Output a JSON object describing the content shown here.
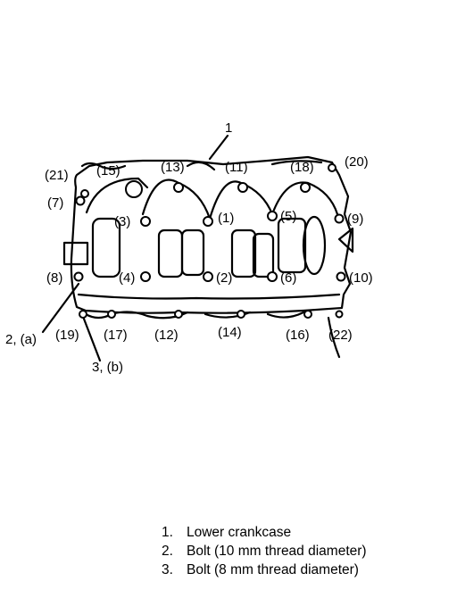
{
  "diagram": {
    "title_number": "1",
    "bolt_labels": {
      "b1": "(1)",
      "b2": "(2)",
      "b3": "(3)",
      "b4": "(4)",
      "b5": "(5)",
      "b6": "(6)",
      "b7": "(7)",
      "b8": "(8)",
      "b9": "(9)",
      "b10": "(10)",
      "b11": "(11)",
      "b12": "(12)",
      "b13": "(13)",
      "b14": "(14)",
      "b15": "(15)",
      "b16": "(16)",
      "b17": "(17)",
      "b18": "(18)",
      "b19": "(19)",
      "b20": "(20)",
      "b21": "(21)",
      "b22": "(22)"
    },
    "callout_a": "2, (a)",
    "callout_b": "3, (b)"
  },
  "legend": [
    {
      "num": "1.",
      "text": "Lower crankcase"
    },
    {
      "num": "2.",
      "text": "Bolt (10 mm thread diameter)"
    },
    {
      "num": "3.",
      "text": "Bolt (8 mm thread diameter)"
    }
  ]
}
